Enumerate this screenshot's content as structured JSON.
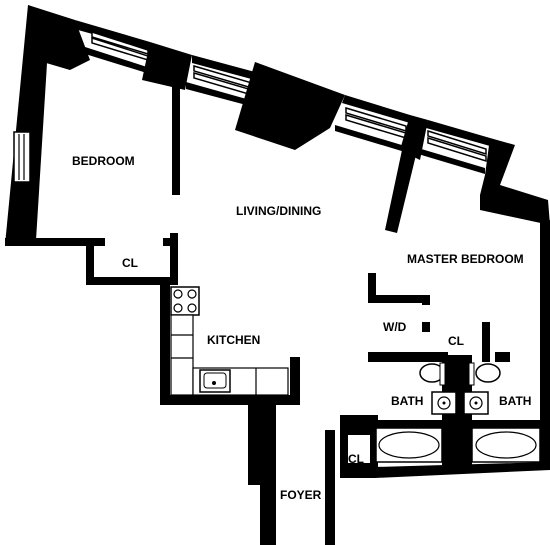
{
  "colors": {
    "wall": "#000000",
    "background": "#ffffff",
    "fixture_stroke": "#000000"
  },
  "rooms": {
    "bedroom": "BEDROOM",
    "living_dining": "LIVING/DINING",
    "master_bedroom": "MASTER BEDROOM",
    "cl_bedroom": "CL",
    "kitchen": "KITCHEN",
    "wd": "W/D",
    "cl_master": "CL",
    "bath_left": "BATH",
    "bath_right": "BATH",
    "cl_foyer": "CL",
    "foyer": "FOYER"
  },
  "fixtures": [
    "stove-icon",
    "kitchen-sink-icon",
    "toilet-icon",
    "bathroom-sink-icon",
    "bathtub-icon"
  ]
}
